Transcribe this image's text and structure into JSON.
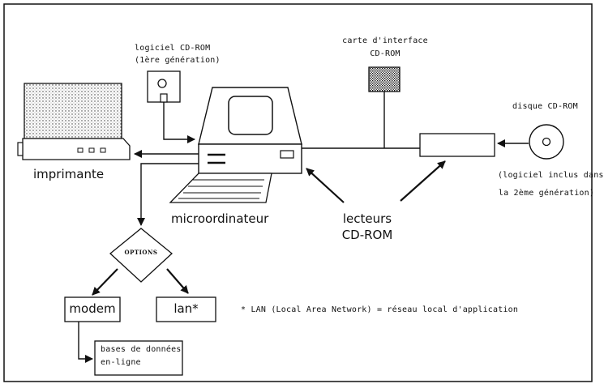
{
  "labels": {
    "software_cd_rom_line1": "logiciel CD-ROM",
    "software_cd_rom_line2": "(1ère génération)",
    "interface_card_line1": "carte d'interface",
    "interface_card_line2": "CD-ROM",
    "cd_rom_disc": "disque CD-ROM",
    "software_included_line1": "(logiciel inclus dans",
    "software_included_line2": "la 2ème génération)",
    "printer": "imprimante",
    "microcomputer": "microordinateur",
    "drives_line1": "lecteurs",
    "drives_line2": "CD-ROM",
    "options": "OPTIONS",
    "modem": "modem",
    "lan": "lan*",
    "online_db_line1": "bases de données",
    "online_db_line2": "en-ligne",
    "lan_footnote": "* LAN (Local Area Network) = réseau local d'application"
  }
}
